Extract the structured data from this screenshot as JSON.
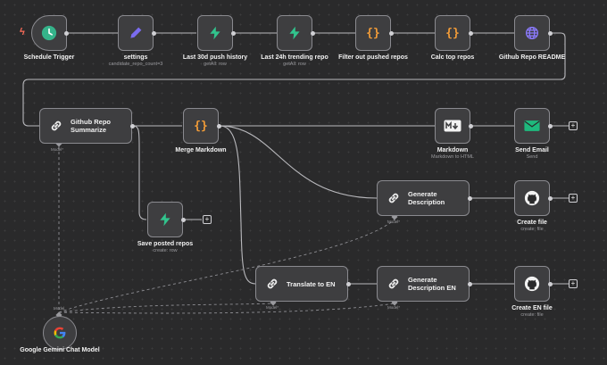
{
  "colors": {
    "accent": "#ff6d5a",
    "trigger": "#35b38a",
    "settings": "#7b6cf0",
    "api": "#31c48d",
    "code": "#f29c38",
    "http": "#8c7bff",
    "email": "#1eb97d"
  },
  "nodes": [
    {
      "id": "schedule",
      "title": "Schedule Trigger",
      "icon": "clock-icon"
    },
    {
      "id": "settings",
      "title": "settings",
      "subtitle": "candidate_repo_count=3",
      "icon": "pencil-icon"
    },
    {
      "id": "last30",
      "title": "Last 30d push history",
      "subtitle": "getAll: row",
      "icon": "lightning-icon"
    },
    {
      "id": "last24",
      "title": "Last 24h trending repo",
      "subtitle": "getAll: row",
      "icon": "lightning-icon"
    },
    {
      "id": "filter",
      "title": "Filter out pushed repos",
      "icon": "code-braces-icon"
    },
    {
      "id": "calc",
      "title": "Calc top repos",
      "icon": "code-braces-icon"
    },
    {
      "id": "readme",
      "title": "Github Repo README",
      "icon": "globe-icon"
    },
    {
      "id": "summarize",
      "title": "Github Repo\nSummarize",
      "icon": "link-chain-icon"
    },
    {
      "id": "merge",
      "title": "Merge Markdown",
      "icon": "code-braces-icon"
    },
    {
      "id": "markdown",
      "title": "Markdown",
      "subtitle": "Markdown to HTML",
      "icon": "markdown-icon"
    },
    {
      "id": "sendemail",
      "title": "Send Email",
      "subtitle": "Send",
      "icon": "envelope-icon"
    },
    {
      "id": "savepost",
      "title": "Save posted repos",
      "subtitle": "create: row",
      "icon": "lightning-icon"
    },
    {
      "id": "gendesc",
      "title": "Generate\nDescription",
      "icon": "link-chain-icon"
    },
    {
      "id": "createfile",
      "title": "Create file",
      "subtitle": "create: file",
      "icon": "github-icon"
    },
    {
      "id": "translate",
      "title": "Translate to EN",
      "icon": "link-chain-icon"
    },
    {
      "id": "gendescen",
      "title": "Generate\nDescription EN",
      "icon": "link-chain-icon"
    },
    {
      "id": "createen",
      "title": "Create EN file",
      "subtitle": "create: file",
      "icon": "github-icon"
    },
    {
      "id": "gemini",
      "title": "Google Gemini Chat\nModel",
      "icon": "google-icon"
    }
  ],
  "model_ports": [
    "Model*",
    "Model*",
    "Model*",
    "Model*"
  ],
  "gemini_port": "Model",
  "add_button": "+"
}
